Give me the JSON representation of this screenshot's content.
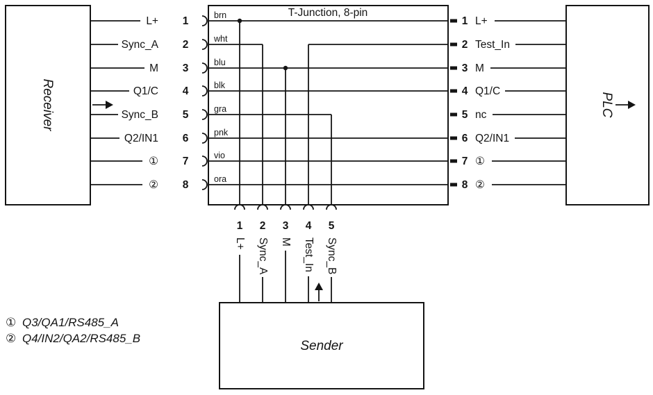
{
  "diagram": {
    "boxes": {
      "receiver": "Receiver",
      "plc": "PLC",
      "sender": "Sender",
      "tjunction": "T-Junction, 8-pin"
    },
    "left_pins": [
      {
        "label": "L+",
        "pin": "1",
        "wire": "brn"
      },
      {
        "label": "Sync_A",
        "pin": "2",
        "wire": "wht"
      },
      {
        "label": "M",
        "pin": "3",
        "wire": "blu"
      },
      {
        "label": "Q1/C",
        "pin": "4",
        "wire": "blk"
      },
      {
        "label": "Sync_B",
        "pin": "5",
        "wire": "gra"
      },
      {
        "label": "Q2/IN1",
        "pin": "6",
        "wire": "pnk"
      },
      {
        "label": "①",
        "pin": "7",
        "wire": "vio"
      },
      {
        "label": "②",
        "pin": "8",
        "wire": "ora"
      }
    ],
    "right_pins": [
      {
        "pin": "1",
        "label": "L+"
      },
      {
        "pin": "2",
        "label": "Test_In"
      },
      {
        "pin": "3",
        "label": "M"
      },
      {
        "pin": "4",
        "label": "Q1/C"
      },
      {
        "pin": "5",
        "label": "nc"
      },
      {
        "pin": "6",
        "label": "Q2/IN1"
      },
      {
        "pin": "7",
        "label": "①"
      },
      {
        "pin": "8",
        "label": "②"
      }
    ],
    "bottom_pins": [
      {
        "pin": "1",
        "label": "L+"
      },
      {
        "pin": "2",
        "label": "Sync_A"
      },
      {
        "pin": "3",
        "label": "M"
      },
      {
        "pin": "4",
        "label": "Test_In"
      },
      {
        "pin": "5",
        "label": "Sync_B"
      }
    ],
    "legend": [
      {
        "symbol": "①",
        "text": "Q3/QA1/RS485_A"
      },
      {
        "symbol": "②",
        "text": "Q4/IN2/QA2/RS485_B"
      }
    ]
  }
}
